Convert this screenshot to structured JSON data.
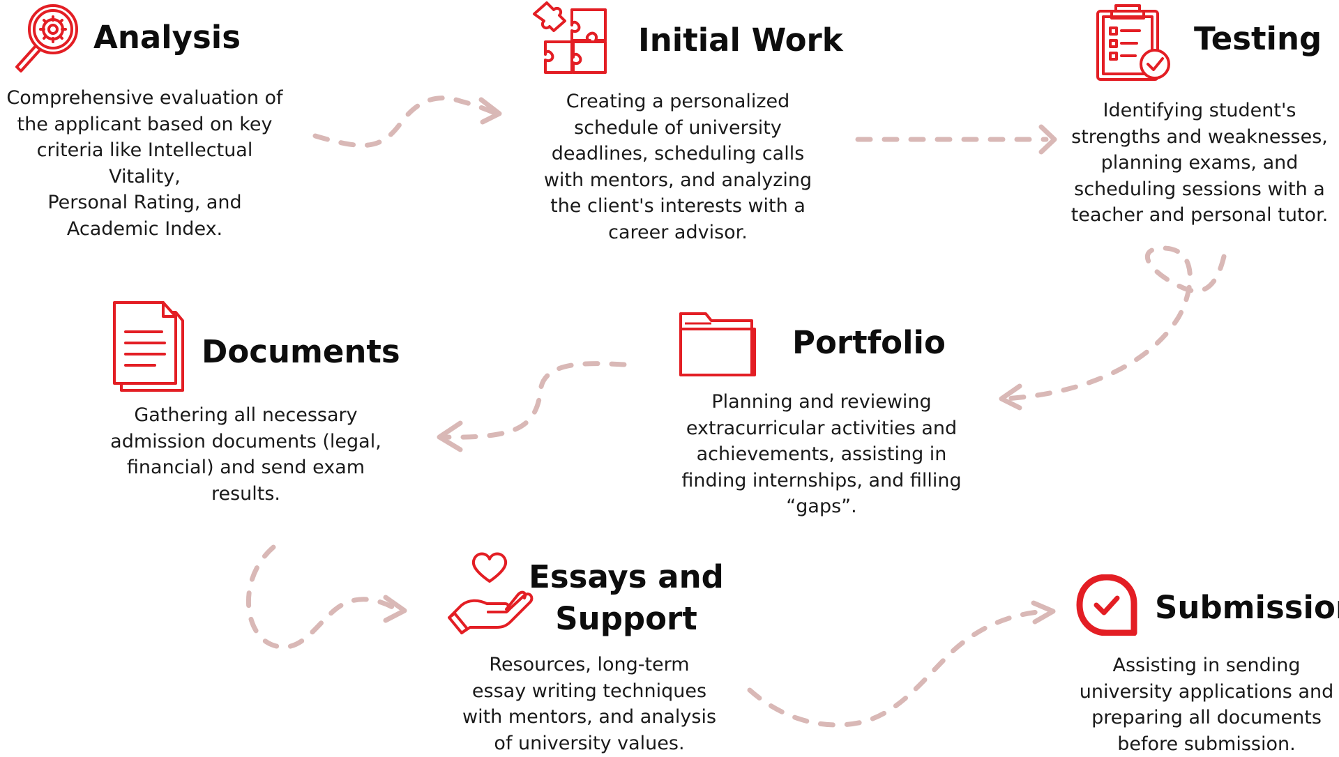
{
  "colors": {
    "icon_red": "#e31e24",
    "arrow": "#d9b8b6",
    "text": "#1a1a1a"
  },
  "steps": [
    {
      "icon": "magnifier-gear-icon",
      "title": "Analysis",
      "lines": [
        "Comprehensive evaluation of",
        "the applicant based on key",
        "criteria like Intellectual Vitality,",
        "Personal Rating, and",
        "Academic Index."
      ]
    },
    {
      "icon": "puzzle-icon",
      "title": "Initial Work",
      "lines": [
        "Creating a personalized",
        "schedule of university",
        "deadlines, scheduling calls",
        "with mentors, and analyzing",
        "the client's interests with a",
        "career advisor."
      ]
    },
    {
      "icon": "clipboard-check-icon",
      "title": "Testing",
      "lines": [
        "Identifying student's",
        "strengths and weaknesses,",
        "planning exams, and",
        "scheduling sessions with a",
        "teacher and personal tutor."
      ]
    },
    {
      "icon": "document-icon",
      "title": "Documents",
      "lines": [
        "Gathering all necessary",
        "admission documents (legal,",
        "financial) and send exam",
        "results."
      ]
    },
    {
      "icon": "folder-icon",
      "title": "Portfolio",
      "lines": [
        "Planning and reviewing",
        "extracurricular activities and",
        "achievements, assisting in",
        "finding internships, and filling",
        "“gaps”."
      ]
    },
    {
      "icon": "heart-hand-icon",
      "title_lines": [
        "Essays and",
        "Support"
      ],
      "lines": [
        "Resources, long-term",
        "essay writing techniques",
        "with mentors, and analysis",
        "of university values."
      ]
    },
    {
      "icon": "check-badge-icon",
      "title": "Submission",
      "lines": [
        "Assisting in sending",
        "university applications and",
        "preparing all documents",
        "before submission."
      ]
    }
  ]
}
